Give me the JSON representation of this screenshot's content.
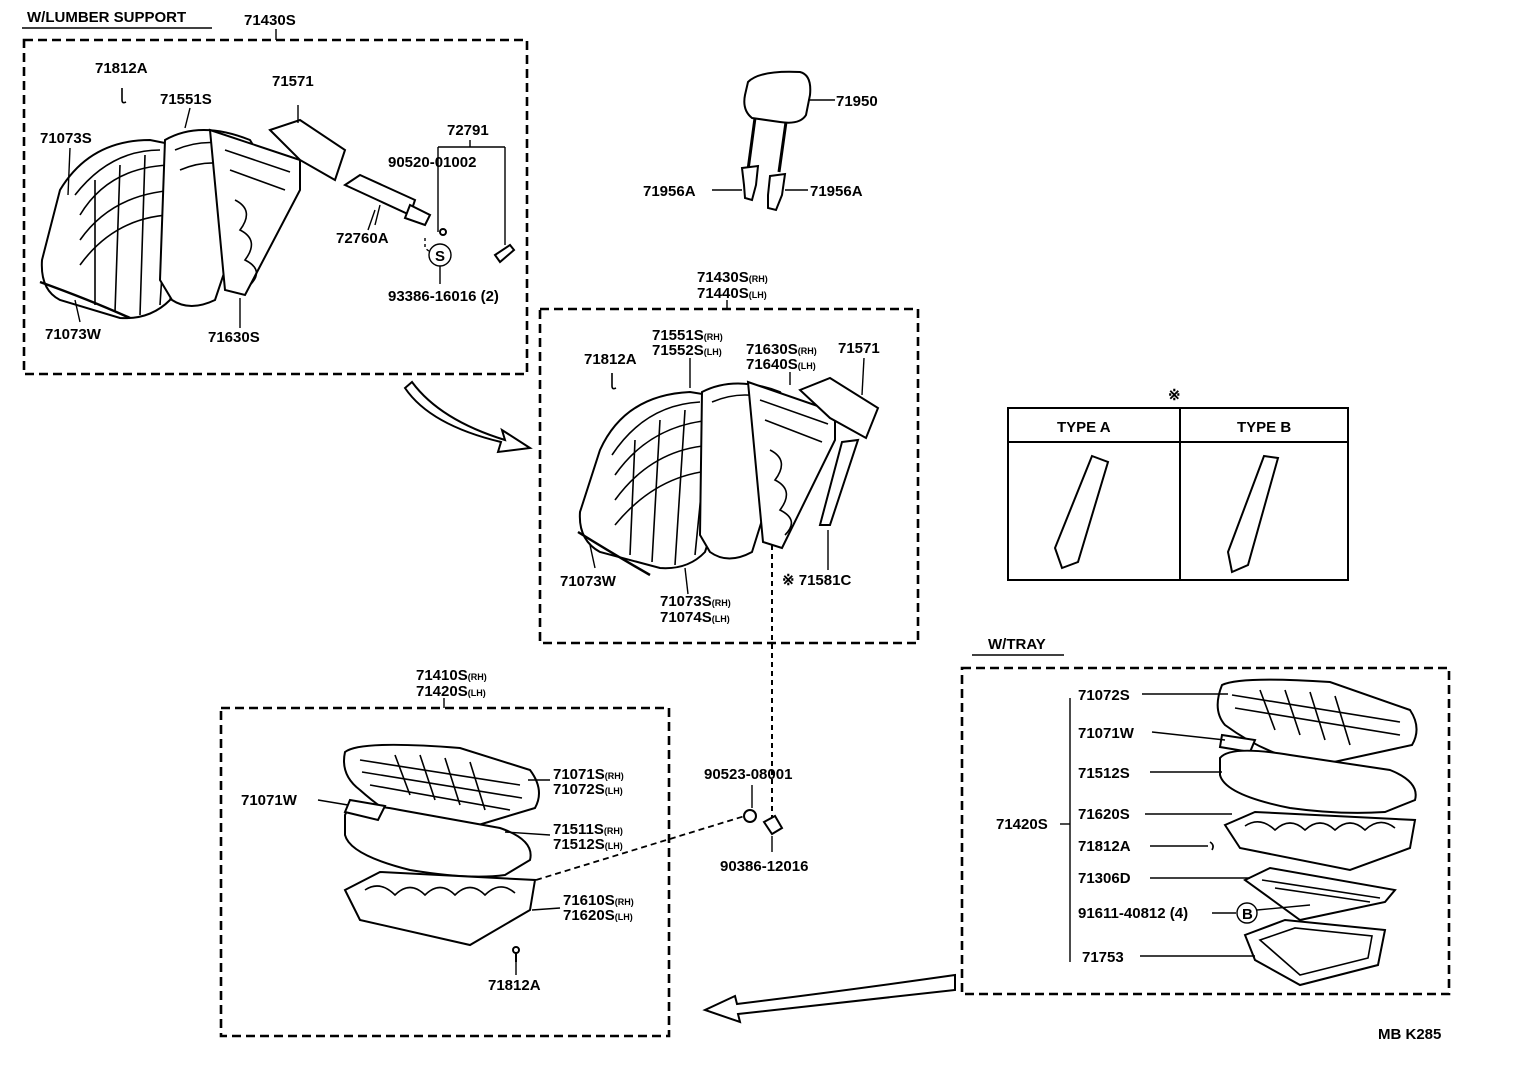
{
  "sections": {
    "lumber_support": "W/LUMBER SUPPORT",
    "tray": "W/TRAY"
  },
  "legend": {
    "symbol": "※",
    "type_a": "TYPE A",
    "type_b": "TYPE B"
  },
  "code": "MB K285",
  "markers": {
    "s": "S",
    "b": "B"
  },
  "parts": {
    "p71430S_top": "71430S",
    "p71812A_1": "71812A",
    "p71551S_1": "71551S",
    "p71571_1": "71571",
    "p72791": "72791",
    "p71073S_1": "71073S",
    "p90520": "90520-01002",
    "p72760A": "72760A",
    "p93386": "93386-16016 (2)",
    "p71073W_1": "71073W",
    "p71630S_1": "71630S",
    "p71950": "71950",
    "p71956A_l": "71956A",
    "p71956A_r": "71956A",
    "p71430S_rh": "71430S",
    "p71440S_lh": "71440S",
    "p71551S_rh": "71551S",
    "p71552S_lh": "71552S",
    "p71630S_rh": "71630S",
    "p71640S_lh": "71640S",
    "p71571_2": "71571",
    "p71812A_2": "71812A",
    "p71073W_2": "71073W",
    "p71581C": "※ 71581C",
    "p71073S_rh": "71073S",
    "p71074S_lh": "71074S",
    "p71410S_rh": "71410S",
    "p71420S_lh": "71420S",
    "p71071S_rh": "71071S",
    "p71072S_lh": "71072S",
    "p71071W_1": "71071W",
    "p71511S_rh": "71511S",
    "p71512S_lh": "71512S",
    "p71610S_rh": "71610S",
    "p71620S_lh": "71620S",
    "p71812A_3": "71812A",
    "p90523": "90523-08001",
    "p90386": "90386-12016",
    "p71072S_t": "71072S",
    "p71071W_t": "71071W",
    "p71512S_t": "71512S",
    "p71420S_t": "71420S",
    "p71620S_t": "71620S",
    "p71812A_t": "71812A",
    "p71306D": "71306D",
    "p91611": "91611-40812 (4)",
    "p71753": "71753"
  },
  "suffix": {
    "rh": "(RH)",
    "lh": "(LH)"
  }
}
